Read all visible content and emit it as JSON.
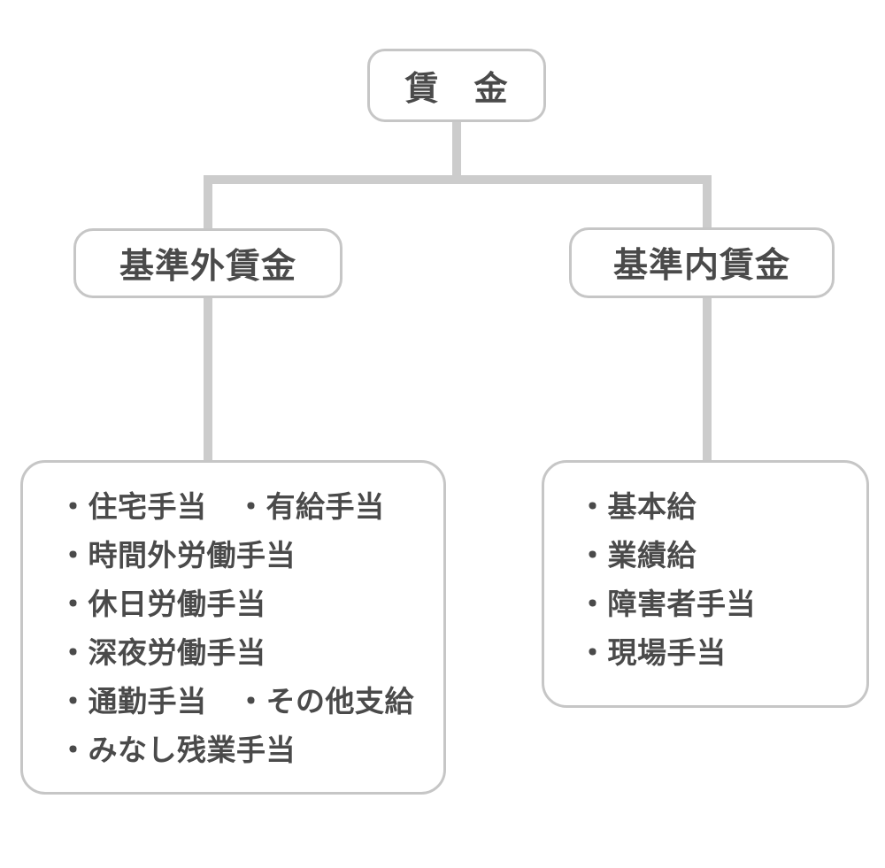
{
  "diagram": {
    "root": {
      "label": "賃　金"
    },
    "left_branch": {
      "title": "基準外賃金",
      "items": [
        "・住宅手当　・有給手当",
        "・時間外労働手当",
        "・休日労働手当",
        "・深夜労働手当",
        "・通勤手当　・その他支給",
        "・みなし残業手当"
      ]
    },
    "right_branch": {
      "title": "基準内賃金",
      "items": [
        "・基本給",
        "・業績給",
        "・障害者手当",
        "・現場手当"
      ]
    },
    "colors": {
      "connector_line": "#cccccc",
      "box_border": "#c6c6c6",
      "text": "#4a4a4a",
      "background": "#ffffff"
    }
  }
}
